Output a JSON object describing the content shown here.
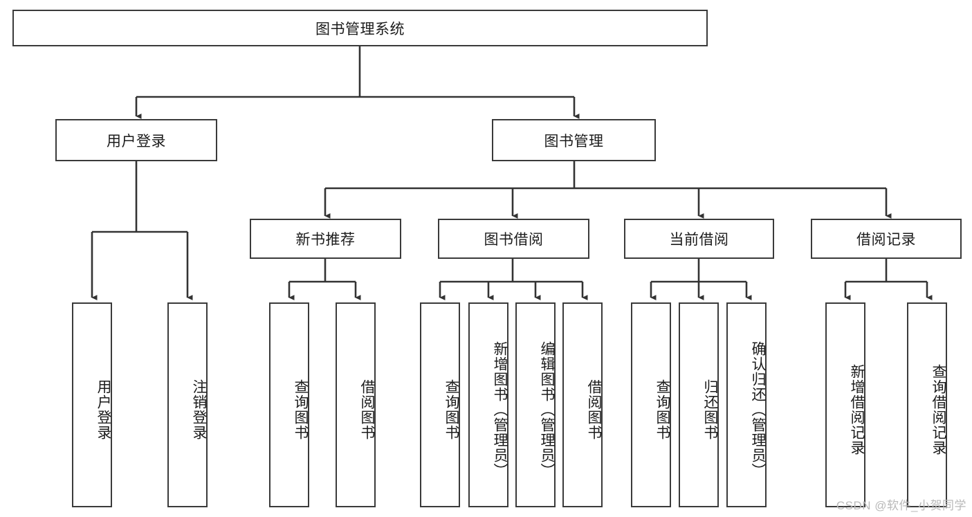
{
  "diagram": {
    "type": "tree",
    "title": "图书管理系统",
    "watermark": "CSDN @软件_小贺同学",
    "colors": {
      "background": "#ffffff",
      "box_border": "#3a3a3a",
      "box_fill": "#ffffff",
      "connector": "#333333",
      "text": "#1b1b1b",
      "watermark": "#b9b9b9"
    },
    "root": {
      "id": "root",
      "label": "图书管理系统"
    },
    "level2": [
      {
        "id": "user-login",
        "label": "用户登录"
      },
      {
        "id": "book-manage",
        "label": "图书管理"
      }
    ],
    "level3": [
      {
        "id": "new-book-recommend",
        "label": "新书推荐"
      },
      {
        "id": "book-borrow",
        "label": "图书借阅"
      },
      {
        "id": "current-borrow",
        "label": "当前借阅"
      },
      {
        "id": "borrow-record",
        "label": "借阅记录"
      }
    ],
    "leaves": {
      "user_login": [
        {
          "id": "leaf-user-login",
          "label": "用户登录"
        },
        {
          "id": "leaf-logout-login",
          "label": "注销登录"
        }
      ],
      "new_book_recommend": [
        {
          "id": "leaf-query-book-1",
          "label": "查询图书"
        },
        {
          "id": "leaf-borrow-book-1",
          "label": "借阅图书"
        }
      ],
      "book_borrow": [
        {
          "id": "leaf-query-book-2",
          "label": "查询图书"
        },
        {
          "id": "leaf-add-book-admin",
          "label": "新增图书（管理员）"
        },
        {
          "id": "leaf-edit-book-admin",
          "label": "编辑图书（管理员）"
        },
        {
          "id": "leaf-borrow-book-2",
          "label": "借阅图书"
        }
      ],
      "current_borrow": [
        {
          "id": "leaf-query-book-3",
          "label": "查询图书"
        },
        {
          "id": "leaf-return-book",
          "label": "归还图书"
        },
        {
          "id": "leaf-confirm-return-admin",
          "label": "确认归还（管理员）"
        }
      ],
      "borrow_record": [
        {
          "id": "leaf-add-borrow-record",
          "label": "新增借阅记录"
        },
        {
          "id": "leaf-query-borrow-record",
          "label": "查询借阅记录"
        }
      ]
    }
  }
}
